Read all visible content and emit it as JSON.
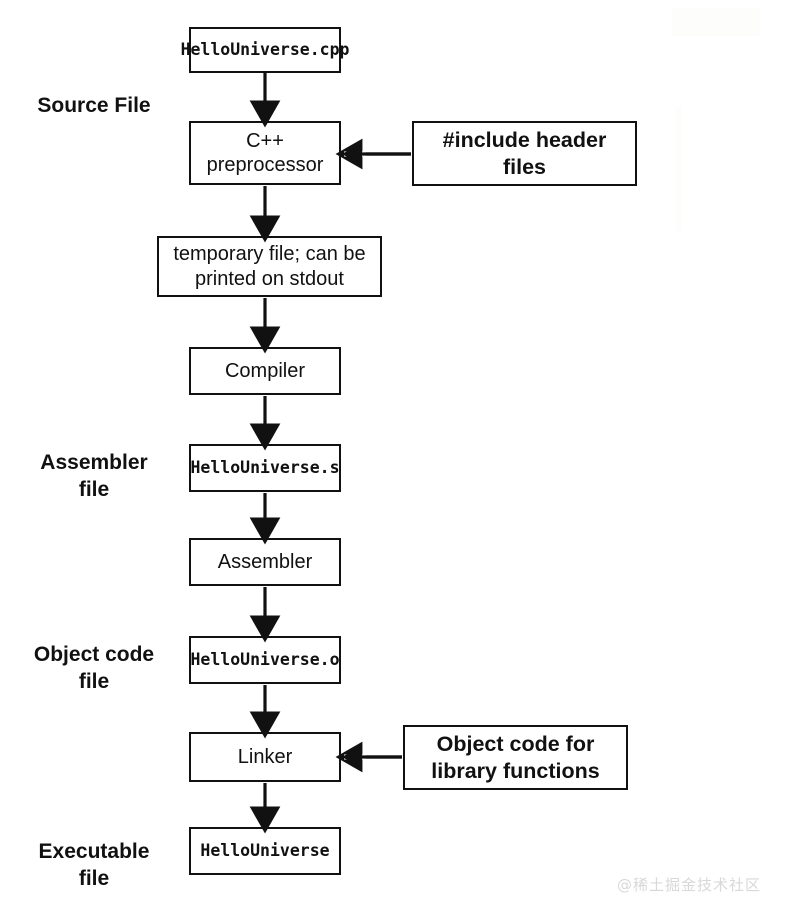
{
  "diagram": {
    "title": "C++ compilation pipeline",
    "background_color": "#ffffff",
    "stroke_color": "#111111",
    "watermark": "@稀土掘金技术社区",
    "watermark_color": "#d8d8d8"
  },
  "stage_labels": [
    {
      "id": "source-file",
      "text": "Source File"
    },
    {
      "id": "assembler-file",
      "text": "Assembler\nfile"
    },
    {
      "id": "object-code-file",
      "text": "Object code\nfile"
    },
    {
      "id": "executable-file",
      "text": "Executable\nfile"
    }
  ],
  "nodes": [
    {
      "id": "hellouniverse-cpp",
      "label": "HelloUniverse.cpp",
      "style": "mono"
    },
    {
      "id": "cpp-preprocessor",
      "label": "C++\npreprocessor",
      "style": "sans"
    },
    {
      "id": "include-header-files",
      "label": "#include header\nfiles",
      "style": "bold"
    },
    {
      "id": "temporary-file",
      "label": "temporary file; can be\nprinted on stdout",
      "style": "sans"
    },
    {
      "id": "compiler",
      "label": "Compiler",
      "style": "sans"
    },
    {
      "id": "hellouniverse-s",
      "label": "HelloUniverse.s",
      "style": "mono"
    },
    {
      "id": "assembler",
      "label": "Assembler",
      "style": "sans"
    },
    {
      "id": "hellouniverse-o",
      "label": "HelloUniverse.o",
      "style": "mono"
    },
    {
      "id": "linker",
      "label": "Linker",
      "style": "sans"
    },
    {
      "id": "object-code-library",
      "label": "Object code for\nlibrary functions",
      "style": "bold"
    },
    {
      "id": "hellouniverse-exe",
      "label": "HelloUniverse",
      "style": "mono"
    }
  ],
  "edges": [
    {
      "from": "hellouniverse-cpp",
      "to": "cpp-preprocessor",
      "direction": "down"
    },
    {
      "from": "include-header-files",
      "to": "cpp-preprocessor",
      "direction": "left"
    },
    {
      "from": "cpp-preprocessor",
      "to": "temporary-file",
      "direction": "down"
    },
    {
      "from": "temporary-file",
      "to": "compiler",
      "direction": "down"
    },
    {
      "from": "compiler",
      "to": "hellouniverse-s",
      "direction": "down"
    },
    {
      "from": "hellouniverse-s",
      "to": "assembler",
      "direction": "down"
    },
    {
      "from": "assembler",
      "to": "hellouniverse-o",
      "direction": "down"
    },
    {
      "from": "hellouniverse-o",
      "to": "linker",
      "direction": "down"
    },
    {
      "from": "object-code-library",
      "to": "linker",
      "direction": "left"
    },
    {
      "from": "linker",
      "to": "hellouniverse-exe",
      "direction": "down"
    }
  ]
}
